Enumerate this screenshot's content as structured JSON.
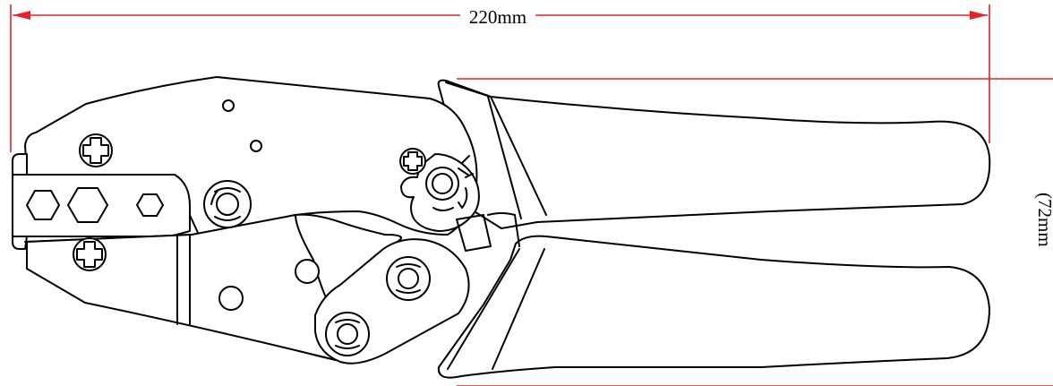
{
  "dimensions": {
    "length_label": "220mm",
    "height_label": "(72mm"
  },
  "colors": {
    "outline": "#000000",
    "dimension_lines": "#e8202a",
    "background": "#ffffff"
  },
  "icons": [
    "crimping-tool",
    "phillips-screw-head",
    "ratchet-adjuster",
    "hex-die-cavity"
  ]
}
